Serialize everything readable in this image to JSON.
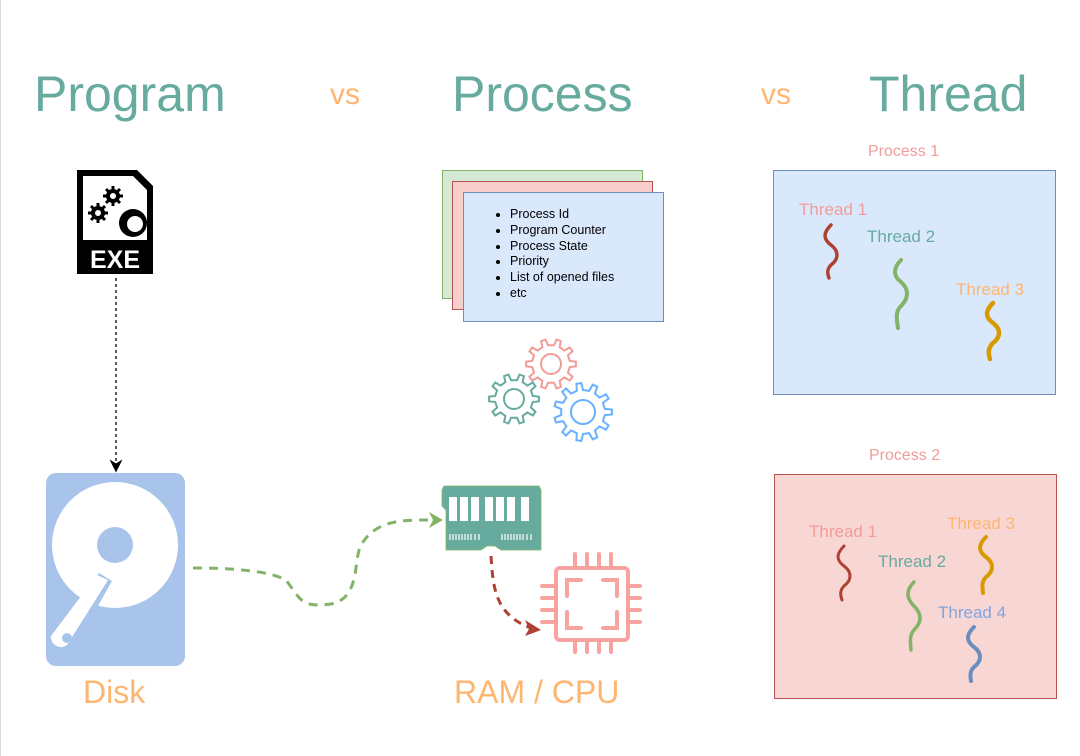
{
  "titles": {
    "program": "Program",
    "vs_1": "vs",
    "process": "Process",
    "vs_2": "vs",
    "thread": "Thread"
  },
  "program": {
    "exe_icon_label": "EXE",
    "disk_caption": "Disk"
  },
  "process": {
    "pcb_items": [
      "Process Id",
      "Program Counter",
      "Process State",
      "Priority",
      "List of opened files",
      "etc"
    ],
    "ram_cpu_caption": "RAM / CPU"
  },
  "threads": {
    "process_1": {
      "label": "Process 1",
      "threads": [
        "Thread 1",
        "Thread 2",
        "Thread 3"
      ]
    },
    "process_2": {
      "label": "Process 2",
      "threads": [
        "Thread 1",
        "Thread 2",
        "Thread 3",
        "Thread 4"
      ]
    }
  },
  "colors": {
    "title": "#67AB9F",
    "accent_orange": "#FFB570",
    "process_label": "#F19C99",
    "thread_1_label": "#F19C99",
    "thread_2_label": "#67AB9F",
    "thread_3_label": "#FFB570",
    "thread_4_label": "#7EA6E0",
    "thread_1_squiggle": "#AE4132",
    "thread_2_squiggle": "#82B366",
    "thread_3_squiggle": "#D79B00",
    "thread_4_squiggle": "#6C8EBF",
    "disk": "#A9C4EB",
    "ram": "#67AB9F",
    "cpu": "#F8A3A0",
    "gear_red": "#F19C99",
    "gear_green": "#67AB9F",
    "gear_blue": "#66B2FF",
    "arrow_green": "#82B366",
    "arrow_red": "#AE4132"
  }
}
